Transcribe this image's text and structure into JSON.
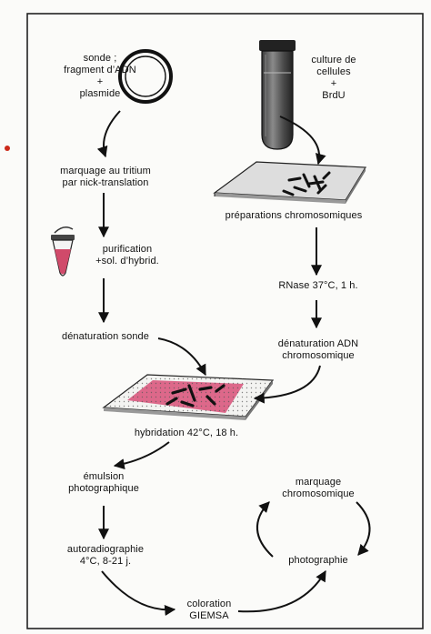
{
  "labels": {
    "probe": [
      "sonde ;",
      "fragment d’ADN",
      "+",
      "plasmide"
    ],
    "culture": [
      "culture de",
      "cellules",
      "+",
      "BrdU"
    ],
    "marking": [
      "marquage au tritium",
      "par nick-translation"
    ],
    "chrom_preps": [
      "préparations chromosomiques"
    ],
    "purification": [
      "purification",
      "+sol. d’hybrid."
    ],
    "rnase": [
      "RNase 37°C, 1 h."
    ],
    "denat_probe": [
      "dénaturation sonde"
    ],
    "denat_dna": [
      "dénaturation ADN",
      "chromosomique"
    ],
    "hybridization": [
      "hybridation 42°C, 18 h."
    ],
    "emulsion": [
      "émulsion",
      "photographique"
    ],
    "chrom_marking": [
      "marquage",
      "chromosomique"
    ],
    "autoradiography": [
      "autoradiographie",
      "4°C, 8-21 j."
    ],
    "photography": [
      "photographie"
    ],
    "staining": [
      "coloration",
      "GIEMSA"
    ]
  },
  "colors": {
    "ink": "#111111",
    "tube_liquid": "#d04a6a",
    "slide_stain": "#d84f78",
    "frame": "#222222",
    "margin_mark": "#cc2a1a"
  }
}
